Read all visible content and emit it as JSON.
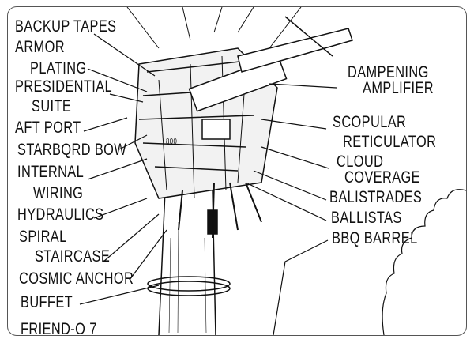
{
  "left_labels": [
    "BACKUP TAPES",
    "ARMOR",
    "PLATING",
    "PRESIDENTIAL",
    "SUITE",
    "AFT PORT",
    "STARBQRD BOW",
    "INTERNAL",
    "WIRING",
    "HYDRAULICS",
    "SPIRAL",
    "STAIRCASE",
    "COSMIC ANCHOR",
    "BUFFET",
    "FRIEND-O 7"
  ],
  "right_labels": [
    "DAMPENING",
    "AMPLIFIER",
    "SCOPULAR",
    "RETICULATOR",
    "CLOUD",
    "COVERAGE",
    "BALISTRADES",
    "BALLISTAS",
    "BBQ BARREL"
  ],
  "tower_marking": "800",
  "colors": {
    "ink": "#111111",
    "background": "#ffffff",
    "frame": "#555555"
  }
}
